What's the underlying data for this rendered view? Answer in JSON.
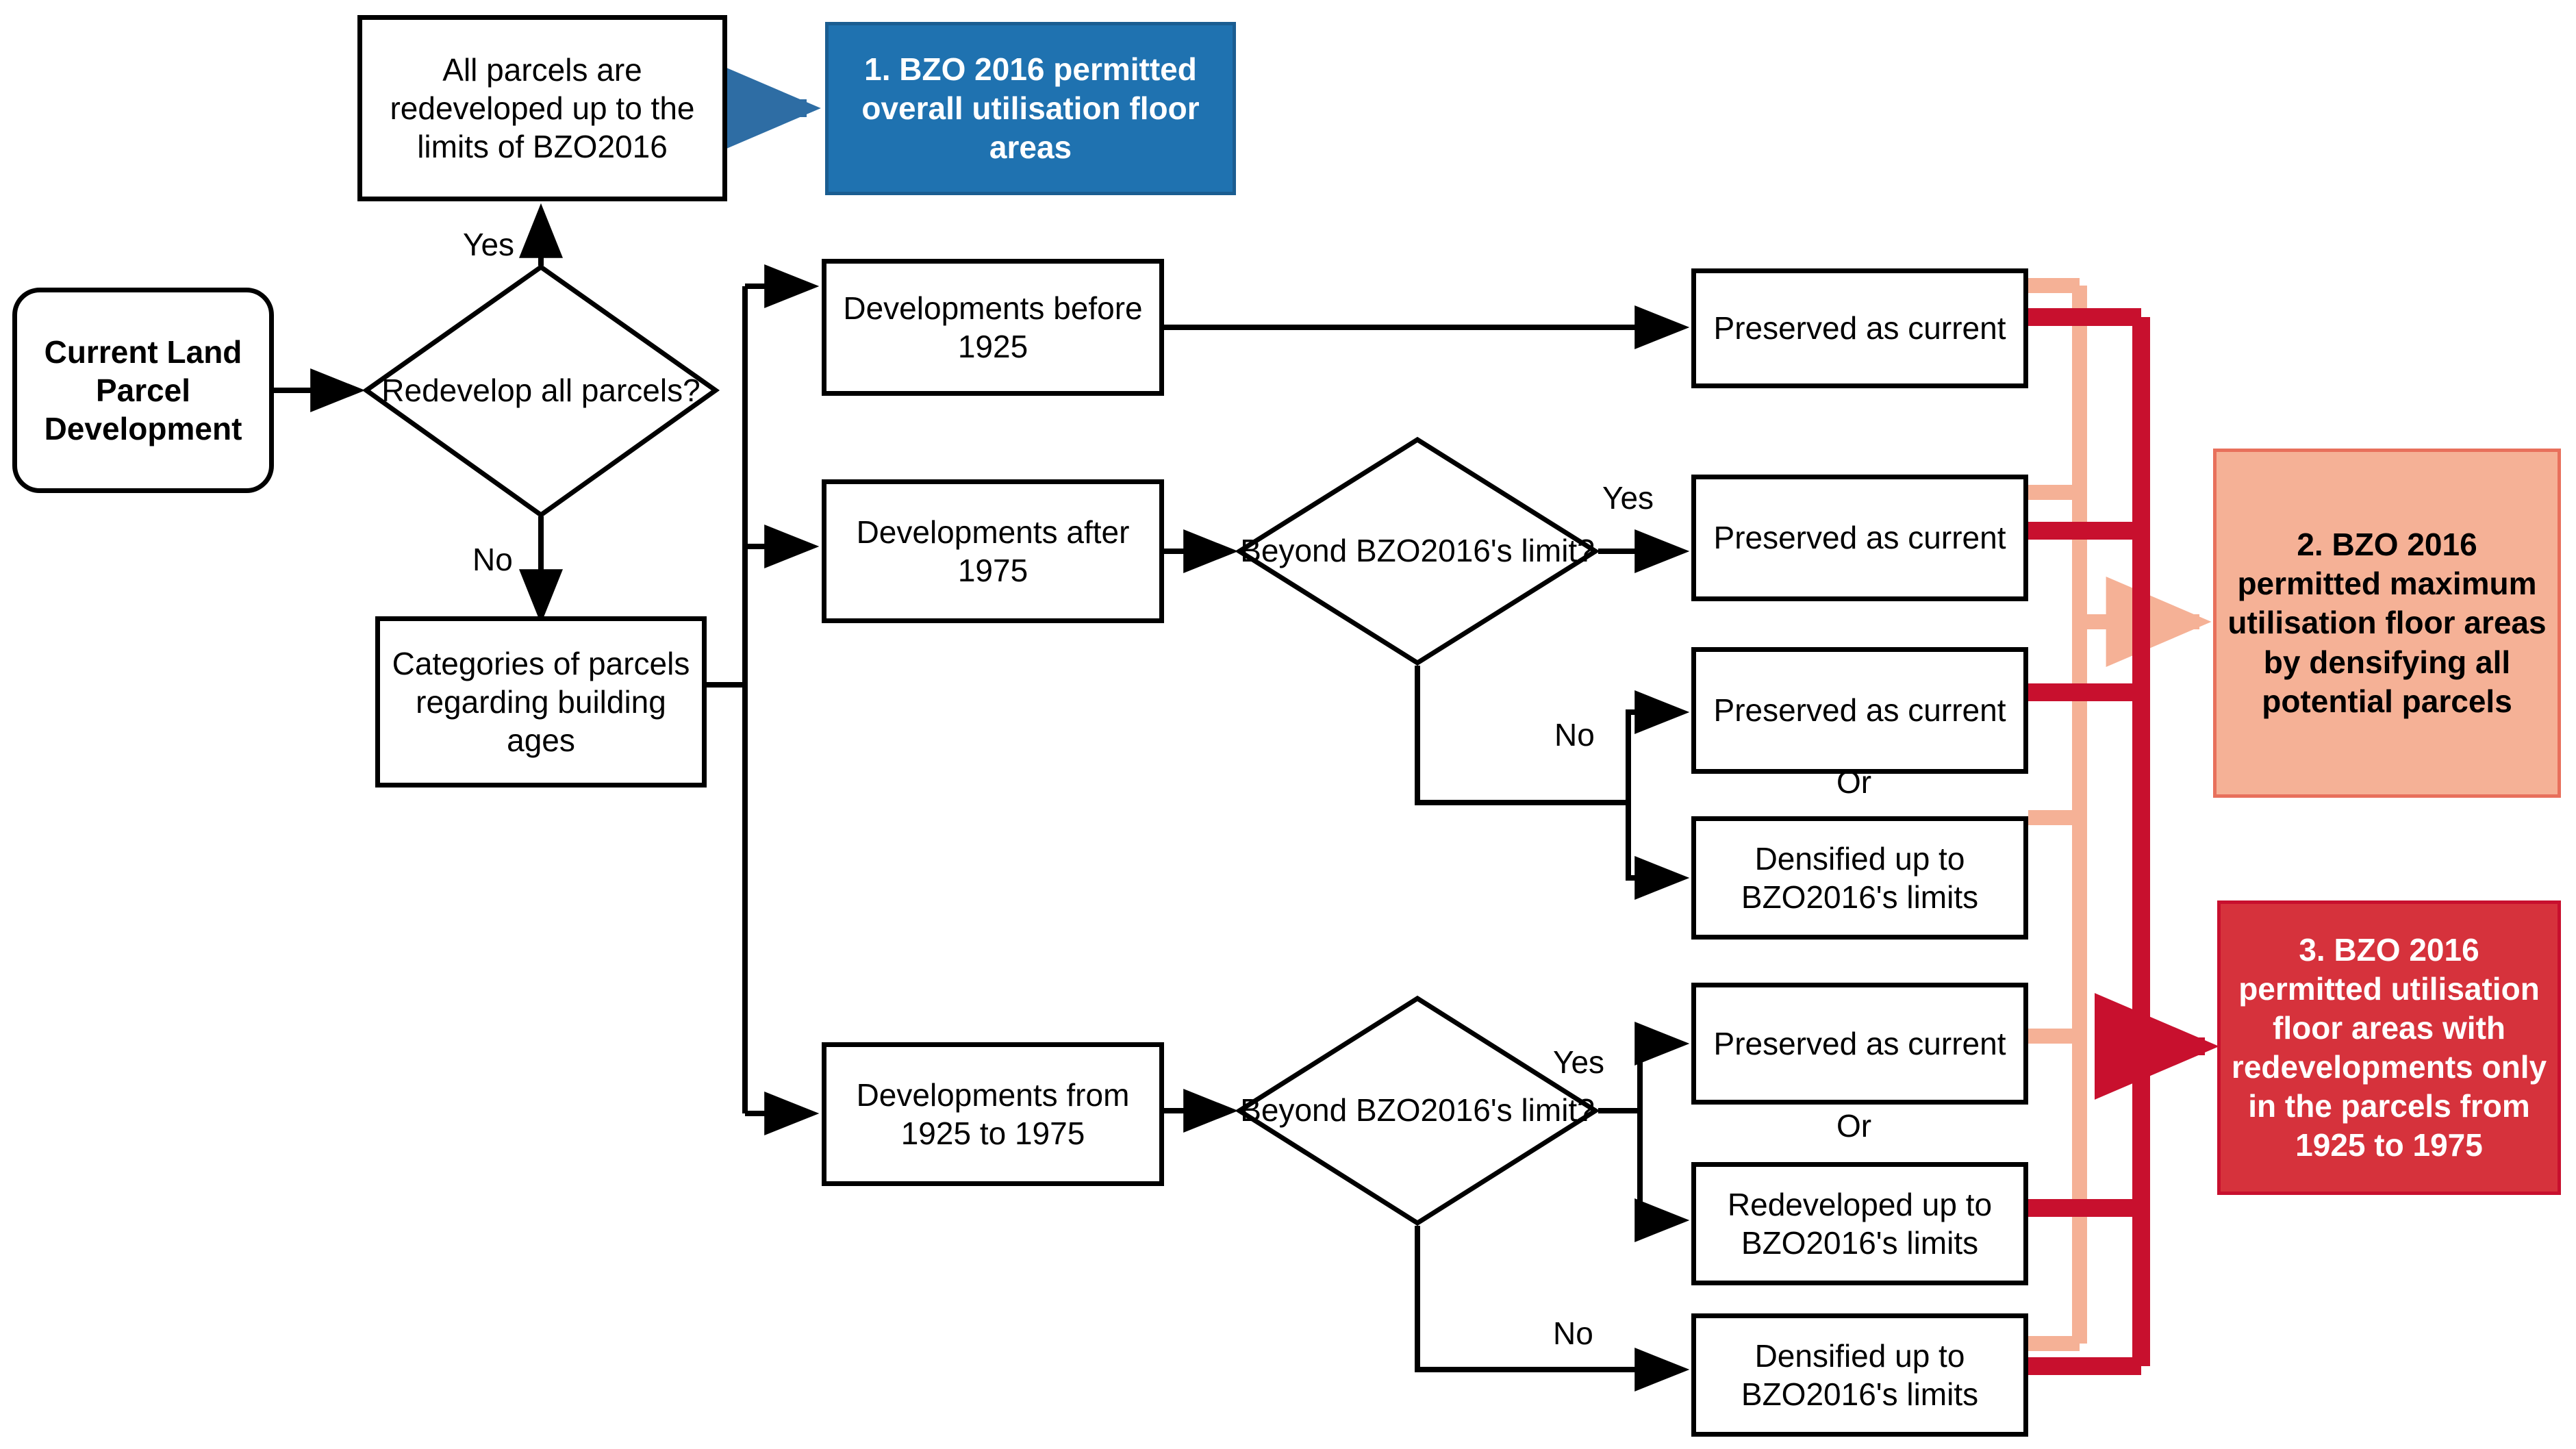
{
  "diagram": {
    "title": "Land parcel redevelopment decision flowchart (BZO 2016)",
    "colors": {
      "blue": "#1f72b0",
      "peach": "#f5b196",
      "red": "#d6323c",
      "peach_connector": "#f5b196",
      "red_connector": "#c8102e",
      "blue_arrow": "#2e6da4",
      "line": "#000000"
    }
  },
  "nodes": {
    "start": "Current Land Parcel Development",
    "decision_redevelop_all": "Redevelop all parcels?",
    "all_parcels_redeveloped": "All parcels are redeveloped up to the limits of BZO2016",
    "categories_of_parcels": "Categories of parcels regarding building ages",
    "dev_before_1925": "Developments before 1925",
    "dev_after_1975": "Developments after 1975",
    "dev_1925_1975": "Developments from 1925 to 1975",
    "decision_beyond_limit_top": "Beyond BZO2016's limit?",
    "decision_beyond_limit_bottom": "Beyond BZO2016's limit?",
    "preserved_1": "Preserved as current",
    "preserved_2": "Preserved as current",
    "preserved_3": "Preserved as current",
    "densified_1": "Densified up to BZO2016's limits",
    "redeveloped_1": "Redeveloped up to BZO2016's limits",
    "densified_2": "Densified up to BZO2016's limits"
  },
  "outputs": {
    "output_1": "1. BZO 2016 permitted overall utilisation floor areas",
    "output_2": "2. BZO 2016 permitted maximum utilisation floor areas by densifying all potential parcels",
    "output_3": "3. BZO 2016 permitted utilisation floor areas with redevelopments only in the parcels from 1925 to 1975"
  },
  "edge_labels": {
    "yes_redevelop": "Yes",
    "no_redevelop": "No",
    "yes_top": "Yes",
    "no_top": "No",
    "yes_bottom": "Yes",
    "no_bottom": "No"
  },
  "or_labels": {
    "or_top": "Or",
    "or_bottom": "Or"
  }
}
